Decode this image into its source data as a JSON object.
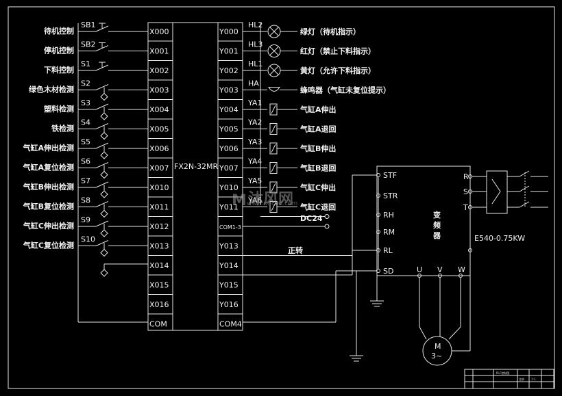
{
  "plc": {
    "model": "FX2N-32MR",
    "inputs": [
      "X000",
      "X001",
      "X002",
      "X003",
      "X004",
      "X005",
      "X006",
      "X007",
      "X010",
      "X011",
      "X012",
      "X013",
      "X014",
      "X015",
      "X016",
      "COM"
    ],
    "outputs": [
      "Y000",
      "Y001",
      "Y002",
      "Y003",
      "Y004",
      "Y005",
      "Y006",
      "Y007",
      "Y010",
      "Y011",
      "COM1-3",
      "Y013",
      "Y014",
      "Y015",
      "Y016",
      "COM4"
    ]
  },
  "input_devices": [
    {
      "tag": "SB1",
      "label": "待机控制"
    },
    {
      "tag": "SB2",
      "label": "停机控制"
    },
    {
      "tag": "S1",
      "label": "下料控制"
    },
    {
      "tag": "S2",
      "label": "绿色木材检测"
    },
    {
      "tag": "S3",
      "label": "塑料检测"
    },
    {
      "tag": "S4",
      "label": "铁检测"
    },
    {
      "tag": "S5",
      "label": "气缸A伸出检测"
    },
    {
      "tag": "S6",
      "label": "气缸A复位检测"
    },
    {
      "tag": "S7",
      "label": "气缸B伸出检测"
    },
    {
      "tag": "S8",
      "label": "气缸B复位检测"
    },
    {
      "tag": "S9",
      "label": "气缸C伸出检测"
    },
    {
      "tag": "S10",
      "label": "气缸C复位检测"
    }
  ],
  "output_devices": [
    {
      "tag": "HL2",
      "label": "绿灯（待机指示）"
    },
    {
      "tag": "HL3",
      "label": "红灯（禁止下料指示）"
    },
    {
      "tag": "HL1",
      "label": "黄灯（允许下料指示）"
    },
    {
      "tag": "HA",
      "label": "蜂鸣器（气缸未复位提示）"
    },
    {
      "tag": "YA1",
      "label": "气缸A伸出"
    },
    {
      "tag": "YA2",
      "label": "气缸A退回"
    },
    {
      "tag": "YA3",
      "label": "气缸B伸出"
    },
    {
      "tag": "YA4",
      "label": "气缸B退回"
    },
    {
      "tag": "YA5",
      "label": "气缸C伸出"
    },
    {
      "tag": "YA6",
      "label": "气缸C退回"
    }
  ],
  "dc_label": "DC24",
  "forward_label": "正转",
  "inverter": {
    "name": "变频器",
    "model": "E540-0.75KW",
    "terminals_left": [
      "STF",
      "STR",
      "RH",
      "RM",
      "RL",
      "SD"
    ],
    "terminals_bottom": [
      "U",
      "V",
      "W"
    ],
    "terminals_right": [
      "R",
      "S",
      "T"
    ]
  },
  "motor": {
    "symbol": "M",
    "phase": "3~"
  },
  "watermark": {
    "brand": "沐风网",
    "url": "www.mfcad.com"
  },
  "title_block": [
    "PLC控制图",
    "比例",
    "1:1"
  ]
}
